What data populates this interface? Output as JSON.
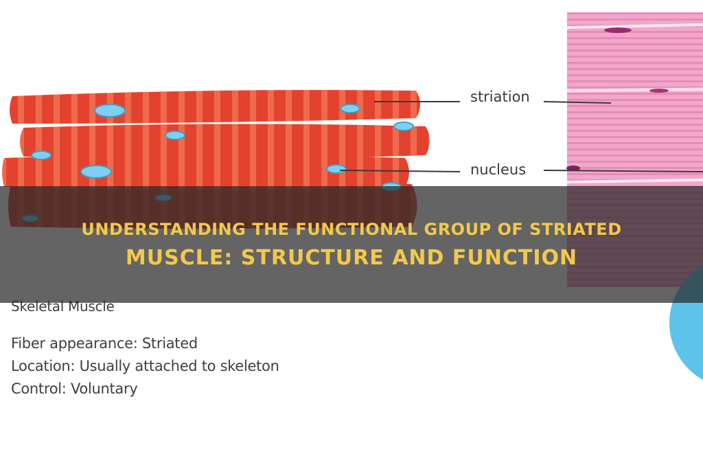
{
  "diagram": {
    "label_striation": "striation",
    "label_nucleus": "nucleus"
  },
  "info": {
    "heading": "Skeletal Muscle",
    "fiber_appearance": "Fiber appearance: Striated",
    "location": "Location: Usually attached to skeleton",
    "control": "Control: Voluntary"
  },
  "banner": {
    "title_line1": "Understanding The Functional Group Of Striated",
    "title_line2": "Muscle: Structure And Function"
  },
  "colors": {
    "fiber_red": "#e0402c",
    "fiber_stripe": "#f06a4e",
    "nucleus_blue": "#6ec8ec",
    "micrograph_pink": "#ef9fc6",
    "banner_bg": "#282828",
    "banner_text": "#f2c94c"
  }
}
